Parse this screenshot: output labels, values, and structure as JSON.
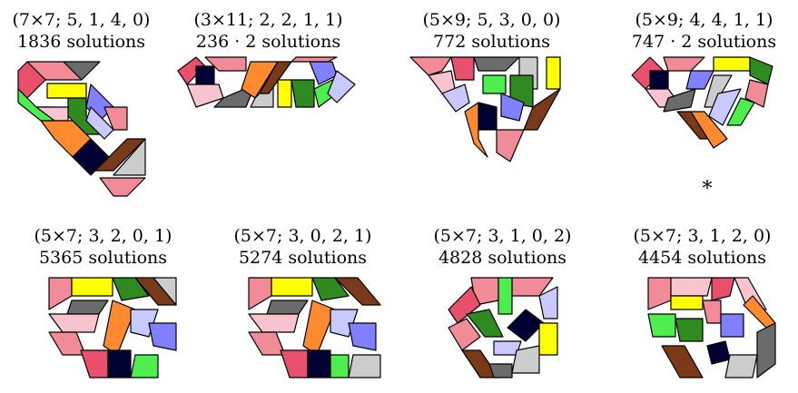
{
  "colors": {
    "pink": "#f28b98",
    "light_pink": "#f9c3cf",
    "magenta": "#e8506e",
    "yellow": "#ffff00",
    "green": "#2f8a1f",
    "light_green": "#4dee4d",
    "blue": "#8080ff",
    "lavender": "#c9c9ff",
    "orange": "#ff8a2f",
    "brown": "#7a3a1a",
    "gray": "#6b6b6b",
    "light_gray": "#cccccc",
    "navy": "#000033"
  },
  "puzzles": [
    {
      "title": "(7×7; 5, 1, 4, 0)",
      "count": "1836 solutions"
    },
    {
      "title": "(3×11; 2, 2, 1, 1)",
      "count": "236 · 2 solutions"
    },
    {
      "title": "(5×9; 5, 3, 0, 0)",
      "count": "772 solutions"
    },
    {
      "title": "(5×9; 4, 4, 1, 1)",
      "count": "747 · 2 solutions",
      "mark": "*"
    },
    {
      "title": "(5×7; 3, 2, 0, 1)",
      "count": "5365 solutions"
    },
    {
      "title": "(5×7; 3, 0, 2, 1)",
      "count": "5274 solutions"
    },
    {
      "title": "(5×7; 3, 1, 0, 2)",
      "count": "4828 solutions"
    },
    {
      "title": "(5×7; 3, 1, 2, 0)",
      "count": "4454 solutions"
    }
  ]
}
